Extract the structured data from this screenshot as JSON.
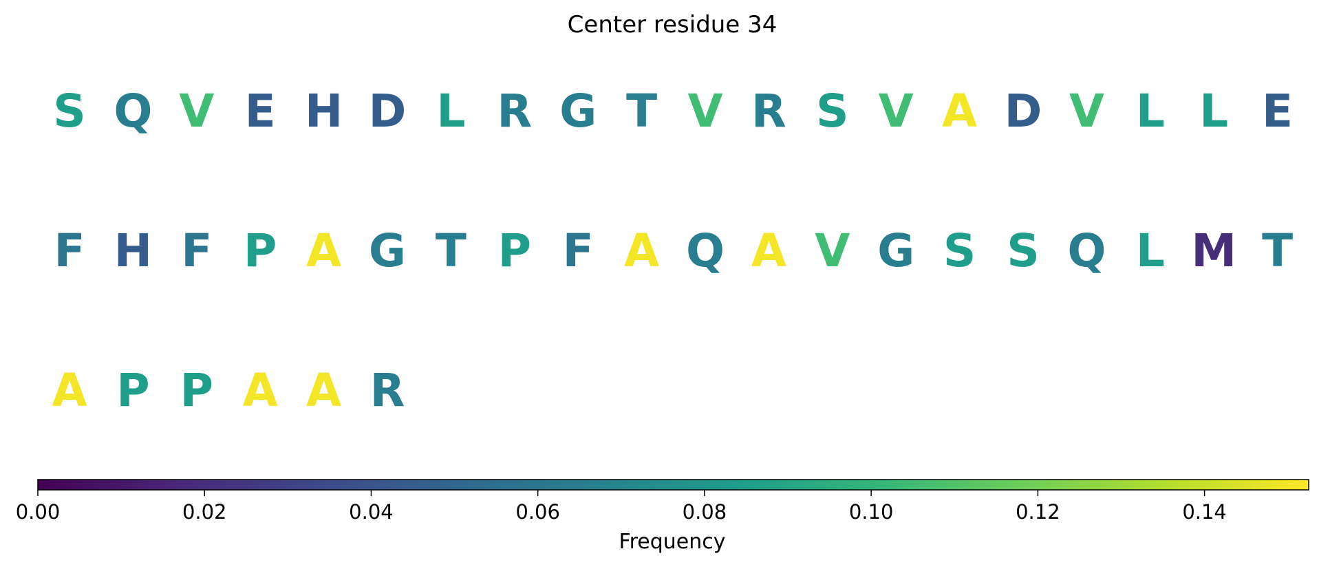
{
  "chart_data": {
    "type": "heatmap",
    "title": "Center residue 34",
    "colorbar": {
      "label": "Frequency",
      "range": [
        0.0,
        0.1525
      ],
      "colormap": "viridis",
      "ticks": [
        "0.00",
        "0.02",
        "0.04",
        "0.06",
        "0.08",
        "0.10",
        "0.12",
        "0.14"
      ]
    },
    "residues": [
      {
        "letter": "S",
        "frequency": 0.085
      },
      {
        "letter": "Q",
        "frequency": 0.065
      },
      {
        "letter": "V",
        "frequency": 0.105
      },
      {
        "letter": "E",
        "frequency": 0.045
      },
      {
        "letter": "H",
        "frequency": 0.045
      },
      {
        "letter": "D",
        "frequency": 0.045
      },
      {
        "letter": "L",
        "frequency": 0.085
      },
      {
        "letter": "R",
        "frequency": 0.065
      },
      {
        "letter": "G",
        "frequency": 0.065
      },
      {
        "letter": "T",
        "frequency": 0.065
      },
      {
        "letter": "V",
        "frequency": 0.105
      },
      {
        "letter": "R",
        "frequency": 0.065
      },
      {
        "letter": "S",
        "frequency": 0.085
      },
      {
        "letter": "V",
        "frequency": 0.105
      },
      {
        "letter": "A",
        "frequency": 0.15
      },
      {
        "letter": "D",
        "frequency": 0.045
      },
      {
        "letter": "V",
        "frequency": 0.105
      },
      {
        "letter": "L",
        "frequency": 0.085
      },
      {
        "letter": "L",
        "frequency": 0.085
      },
      {
        "letter": "E",
        "frequency": 0.045
      },
      {
        "letter": "F",
        "frequency": 0.06
      },
      {
        "letter": "H",
        "frequency": 0.045
      },
      {
        "letter": "F",
        "frequency": 0.06
      },
      {
        "letter": "P",
        "frequency": 0.085
      },
      {
        "letter": "A",
        "frequency": 0.15
      },
      {
        "letter": "G",
        "frequency": 0.065
      },
      {
        "letter": "T",
        "frequency": 0.065
      },
      {
        "letter": "P",
        "frequency": 0.085
      },
      {
        "letter": "F",
        "frequency": 0.06
      },
      {
        "letter": "A",
        "frequency": 0.15
      },
      {
        "letter": "Q",
        "frequency": 0.065
      },
      {
        "letter": "A",
        "frequency": 0.15
      },
      {
        "letter": "V",
        "frequency": 0.105
      },
      {
        "letter": "G",
        "frequency": 0.065
      },
      {
        "letter": "S",
        "frequency": 0.085
      },
      {
        "letter": "S",
        "frequency": 0.085
      },
      {
        "letter": "Q",
        "frequency": 0.065
      },
      {
        "letter": "L",
        "frequency": 0.085
      },
      {
        "letter": "M",
        "frequency": 0.02
      },
      {
        "letter": "T",
        "frequency": 0.065
      },
      {
        "letter": "A",
        "frequency": 0.15
      },
      {
        "letter": "P",
        "frequency": 0.085
      },
      {
        "letter": "P",
        "frequency": 0.085
      },
      {
        "letter": "A",
        "frequency": 0.15
      },
      {
        "letter": "A",
        "frequency": 0.15
      },
      {
        "letter": "R",
        "frequency": 0.065
      }
    ]
  }
}
